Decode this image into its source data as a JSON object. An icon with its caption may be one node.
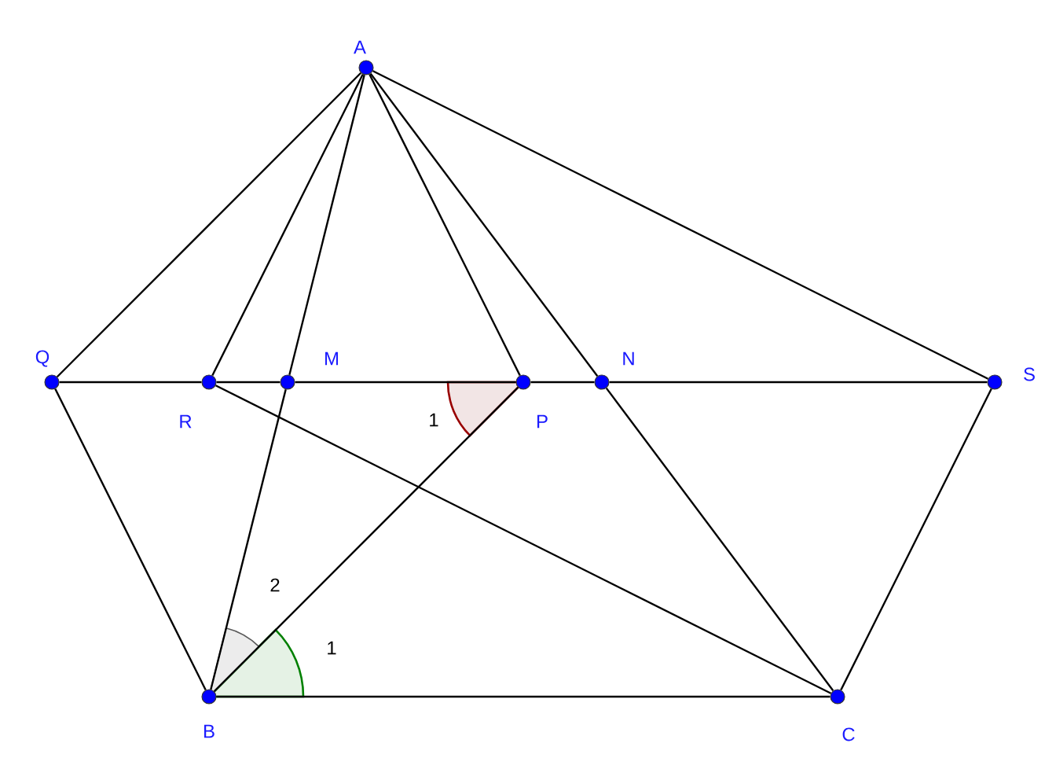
{
  "diagram": {
    "nodes": [
      {
        "text": [
          "A"
        ]
      },
      {
        "text": [
          "Q"
        ]
      },
      {
        "text": [
          "R"
        ]
      },
      {
        "text": [
          "M"
        ]
      },
      {
        "text": [
          "P"
        ]
      },
      {
        "text": [
          "N"
        ]
      },
      {
        "text": [
          "S"
        ]
      },
      {
        "text": [
          "B"
        ]
      },
      {
        "text": [
          "C"
        ]
      }
    ],
    "edges": [
      {
        "from": 0,
        "to": 1,
        "arrow": "none"
      },
      {
        "from": 0,
        "to": 2,
        "arrow": "none"
      },
      {
        "from": 0,
        "to": 3,
        "arrow": "none"
      },
      {
        "from": 3,
        "to": 7,
        "arrow": "none"
      },
      {
        "from": 0,
        "to": 4,
        "arrow": "none"
      },
      {
        "from": 0,
        "to": 5,
        "arrow": "none"
      },
      {
        "from": 5,
        "to": 8,
        "arrow": "none"
      },
      {
        "from": 0,
        "to": 6,
        "arrow": "none"
      },
      {
        "from": 1,
        "to": 2,
        "arrow": "none"
      },
      {
        "from": 2,
        "to": 3,
        "arrow": "none"
      },
      {
        "from": 3,
        "to": 4,
        "arrow": "none"
      },
      {
        "from": 4,
        "to": 5,
        "arrow": "none"
      },
      {
        "from": 5,
        "to": 6,
        "arrow": "none"
      },
      {
        "from": 1,
        "to": 7,
        "arrow": "none"
      },
      {
        "from": 7,
        "to": 8,
        "arrow": "none"
      },
      {
        "from": 8,
        "to": 6,
        "arrow": "none"
      },
      {
        "from": 2,
        "to": 8,
        "arrow": "none"
      },
      {
        "from": 7,
        "to": 4,
        "arrow": "none"
      }
    ],
    "labels": [
      "1",
      "2",
      "1"
    ]
  }
}
